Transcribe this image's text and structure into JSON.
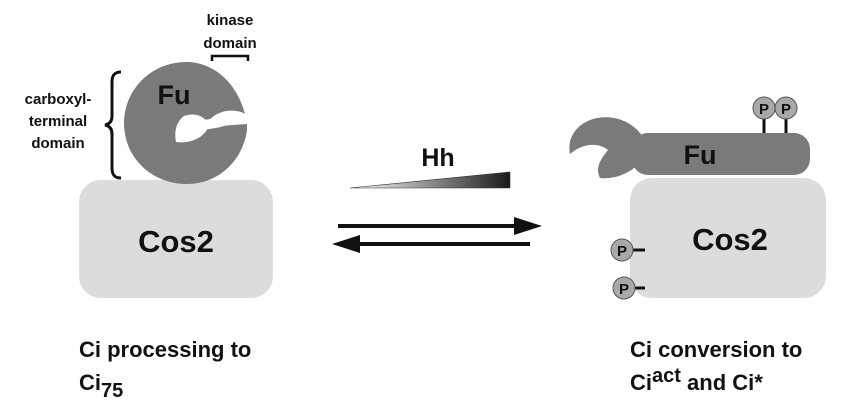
{
  "left_state": {
    "kinase_label_line1": "kinase",
    "kinase_label_line2": "domain",
    "carboxyl_label_line1": "carboxyl-",
    "carboxyl_label_line2": "terminal",
    "carboxyl_label_line3": "domain",
    "fu_label": "Fu",
    "cos2_label": "Cos2",
    "caption_line1": "Ci processing to",
    "caption_line2_main": "Ci",
    "caption_line2_sub": "75"
  },
  "middle": {
    "signal_label": "Hh"
  },
  "right_state": {
    "fu_label": "Fu",
    "cos2_label": "Cos2",
    "phospho_label": "P",
    "caption_line1": "Ci conversion to",
    "caption_ci1": "Ci",
    "caption_act_sup": "act",
    "caption_and": " and Ci*"
  },
  "colors": {
    "fu_fill": "#7a7a7a",
    "cos2_fill": "#dcdcdc",
    "phospho_fill": "#a9a9a9",
    "ink": "#111111"
  }
}
